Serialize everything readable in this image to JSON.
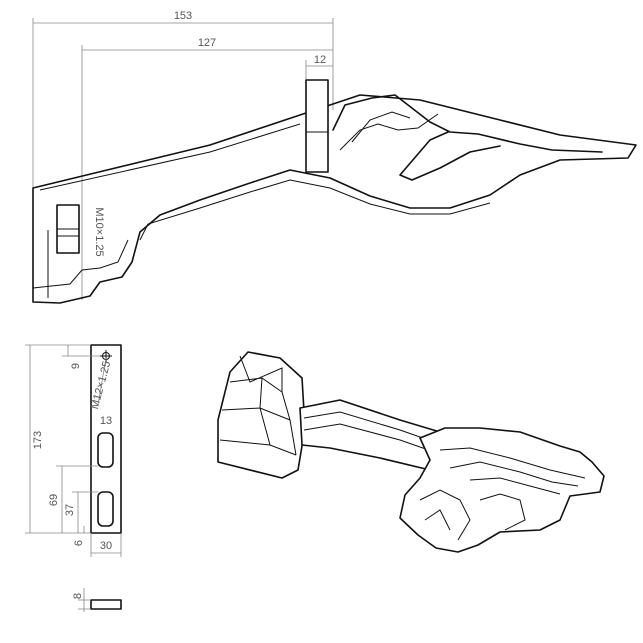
{
  "side_view": {
    "dim_overall": "153",
    "dim_mount": "127",
    "dim_post": "12",
    "thread_note": "M10×1.25"
  },
  "front_view": {
    "dim_height": "173",
    "dim_top": "9",
    "dim_slot_len": "13",
    "dim_lower": "69",
    "dim_slot_offset": "37",
    "dim_bottom": "6",
    "dim_width": "30",
    "thread_note": "M12×1.25"
  },
  "plate_view": {
    "dim_thickness": "8"
  }
}
